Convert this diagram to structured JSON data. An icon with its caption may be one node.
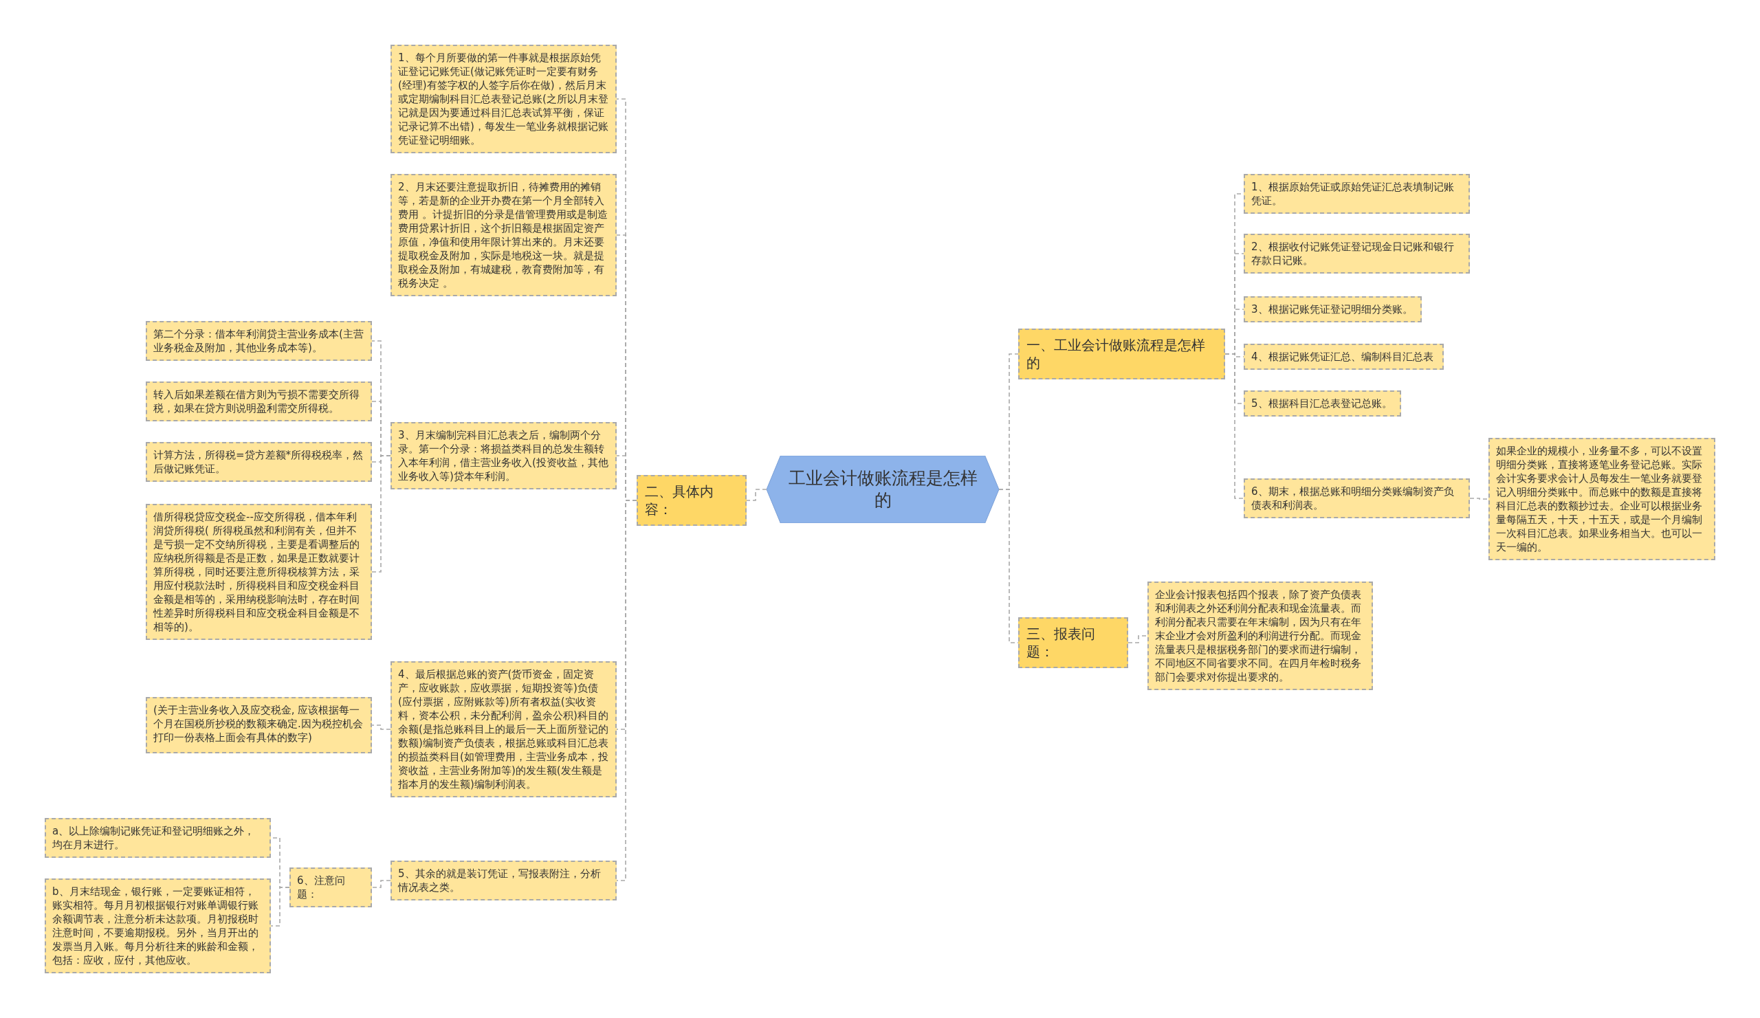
{
  "diagram": {
    "nodes": [
      {
        "text": [
          "工业会计做账流程是怎样的"
        ]
      },
      {
        "text": [
          "一、工业会计做账流程是怎样的"
        ]
      },
      {
        "text": [
          "1、根据原始凭证或原始凭证汇总表填制记账凭证。"
        ]
      },
      {
        "text": [
          "2、根据收付记账凭证登记现金日记账和银行存款日记账。"
        ]
      },
      {
        "text": [
          "3、根据记账凭证登记明细分类账。"
        ]
      },
      {
        "text": [
          "4、根据记账凭证汇总、编制科目汇总表"
        ]
      },
      {
        "text": [
          "5、根据科目汇总表登记总账。"
        ]
      },
      {
        "text": [
          "6、期末，根据总账和明细分类账编制资产负债表和利润表。"
        ]
      },
      {
        "text": [
          "如果企业的规模小，业务量不多，可以不设置明细分类账，直接将逐笔业务登记总账。实际会计实务要求会计人员每发生一笔业务就要登记入明细分类账中。而总账中的数额是直接将科目汇总表的数额抄过去。企业可以根据业务量每隔五天，十天，十五天，或是一个月编制一次科目汇总表。如果业务相当大。也可以一天一编的。"
        ]
      },
      {
        "text": [
          "三、报表问题："
        ]
      },
      {
        "text": [
          "企业会计报表包括四个报表，除了资产负债表和利润表之外还利润分配表和现金流量表。而利润分配表只需要在年末编制，因为只有在年末企业才会对所盈利的利润进行分配。而现金流量表只是根据税务部门的要求而进行编制，不同地区不同省要求不同。在四月年检时税务部门会要求对你提出要求的。"
        ]
      },
      {
        "text": [
          "二、具体内容："
        ]
      },
      {
        "text": [
          "1、每个月所要做的第一件事就是根据原始凭证登记记账凭证(做记账凭证时一定要有财务(经理)有签字权的人签字后你在做)，然后月末或定期编制科目汇总表登记总账(之所以月末登记就是因为要通过科目汇总表试算平衡，保证记录记算不出错)，每发生一笔业务就根据记账凭证登记明细账。"
        ]
      },
      {
        "text": [
          "2、月末还要注意提取折旧，待摊费用的摊销等，若是新的企业开办费在第一个月全部转入费用 。计提折旧的分录是借管理费用或是制造费用贷累计折旧，这个折旧额是根据固定资产原值，净值和使用年限计算出来的。月末还要提取税金及附加，实际是地税这一块。就是提取税金及附加，有城建税，教育费附加等，有税务决定 。"
        ]
      },
      {
        "text": [
          "3、月末编制完科目汇总表之后，编制两个分录。第一个分录：将损益类科目的总发生额转入本年利润，借主营业务收入(投资收益，其他业务收入等)贷本年利润。"
        ]
      },
      {
        "text": [
          "第二个分录：借本年利润贷主营业务成本(主营业务税金及附加，其他业务成本等)。"
        ]
      },
      {
        "text": [
          "转入后如果差额在借方则为亏损不需要交所得税，如果在贷方则说明盈利需交所得税。"
        ]
      },
      {
        "text": [
          "计算方法，所得税=贷方差额*所得税税率，然后做记账凭证。"
        ]
      },
      {
        "text": [
          "借所得税贷应交税金--应交所得税，借本年利润贷所得税( 所得税虽然和利润有关，但并不是亏损一定不交纳所得税，主要是看调整后的应纳税所得额是否是正数，如果是正数就要计算所得税，同时还要注意所得税核算方法，采用应付税款法时，所得税科目和应交税金科目金额是相等的，采用纳税影响法时，存在时间性差异时所得税科目和应交税金科目金额是不相等的)。"
        ]
      },
      {
        "text": [
          "4、最后根据总账的资产(货币资金，固定资产，应收账款，应收票据，短期投资等)负债(应付票据，应附账款等)所有者权益(实收资料，资本公积，未分配利润，盈余公积)科目的余额(是指总账科目上的最后一天上面所登记的数额)编制资产负债表，根据总账或科目汇总表的损益类科目(如管理费用，主营业务成本，投资收益，主营业务附加等)的发生额(发生额是指本月的发生额)编制利润表。"
        ]
      },
      {
        "text": [
          "(关于主营业务收入及应交税金, 应该根据每一个月在国税所抄税的数额来确定.因为税控机会打印一份表格上面会有具体的数字)"
        ]
      },
      {
        "text": [
          "5、其余的就是装订凭证，写报表附注，分析情况表之类。"
        ]
      },
      {
        "text": [
          "6、注意问题："
        ]
      },
      {
        "text": [
          "a、以上除编制记账凭证和登记明细账之外，均在月末进行。"
        ]
      },
      {
        "text": [
          "b、月末结现金，银行账，一定要账证相符，账实相符。每月月初根据银行对账单调银行账余额调节表，注意分析未达款项。月初报税时注意时间，不要逾期报税。另外，当月开出的发票当月入账。每月分析往来的账龄和金额，包括：应收，应付，其他应收。"
        ]
      }
    ],
    "edges": [
      {
        "from": 0,
        "to": 1,
        "arrow": "none"
      },
      {
        "from": 1,
        "to": 2,
        "arrow": "none"
      },
      {
        "from": 1,
        "to": 3,
        "arrow": "none"
      },
      {
        "from": 1,
        "to": 4,
        "arrow": "none"
      },
      {
        "from": 1,
        "to": 5,
        "arrow": "none"
      },
      {
        "from": 1,
        "to": 6,
        "arrow": "none"
      },
      {
        "from": 1,
        "to": 7,
        "arrow": "none"
      },
      {
        "from": 7,
        "to": 8,
        "arrow": "none"
      },
      {
        "from": 0,
        "to": 9,
        "arrow": "none"
      },
      {
        "from": 9,
        "to": 10,
        "arrow": "none"
      },
      {
        "from": 0,
        "to": 11,
        "arrow": "none"
      },
      {
        "from": 11,
        "to": 12,
        "arrow": "none"
      },
      {
        "from": 11,
        "to": 13,
        "arrow": "none"
      },
      {
        "from": 11,
        "to": 14,
        "arrow": "none"
      },
      {
        "from": 14,
        "to": 15,
        "arrow": "none"
      },
      {
        "from": 14,
        "to": 16,
        "arrow": "none"
      },
      {
        "from": 14,
        "to": 17,
        "arrow": "none"
      },
      {
        "from": 14,
        "to": 18,
        "arrow": "none"
      },
      {
        "from": 11,
        "to": 19,
        "arrow": "none"
      },
      {
        "from": 19,
        "to": 20,
        "arrow": "none"
      },
      {
        "from": 11,
        "to": 21,
        "arrow": "none"
      },
      {
        "from": 21,
        "to": 22,
        "arrow": "none"
      },
      {
        "from": 22,
        "to": 23,
        "arrow": "none"
      },
      {
        "from": 22,
        "to": 24,
        "arrow": "none"
      }
    ]
  }
}
